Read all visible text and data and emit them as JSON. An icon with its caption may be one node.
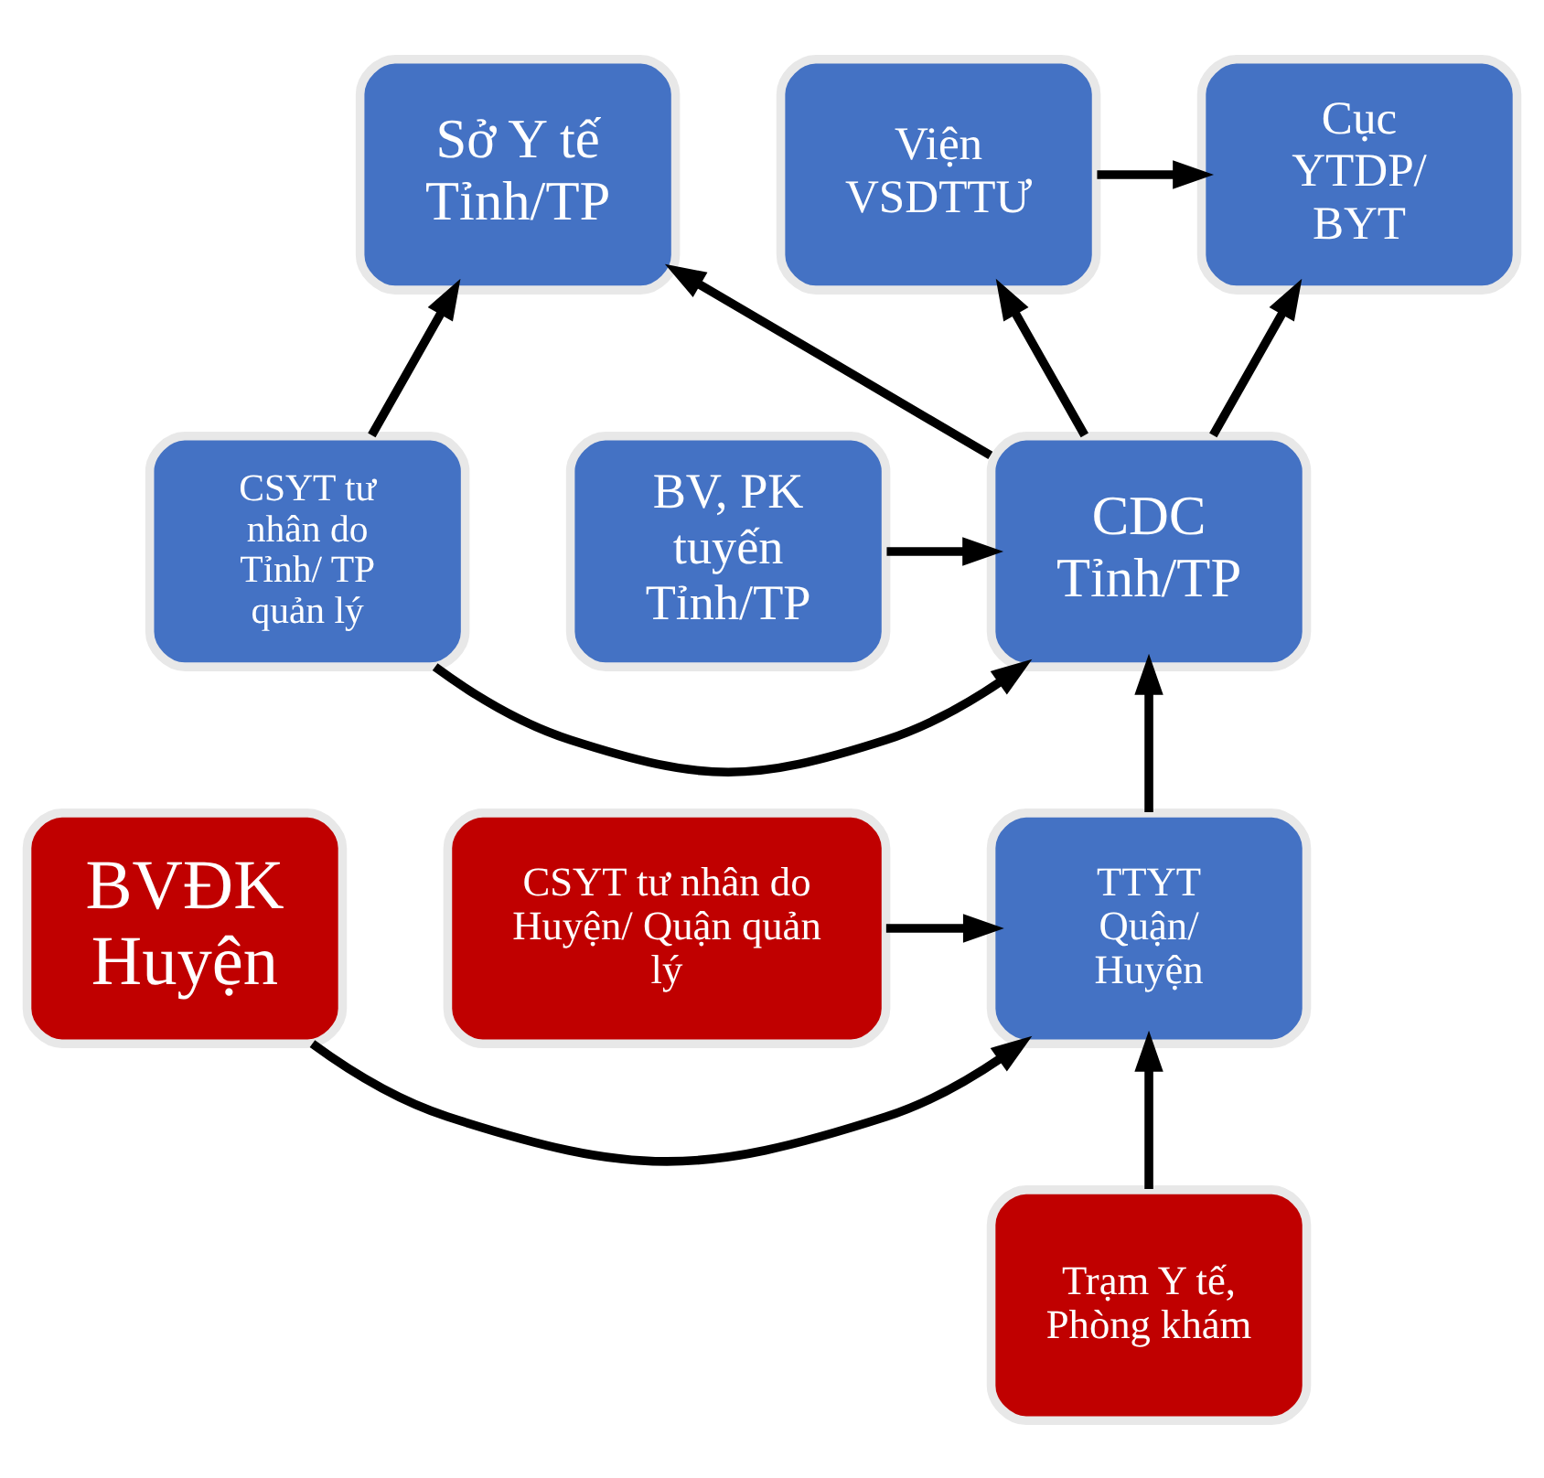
{
  "diagram": {
    "nodes": [
      {
        "text": [
          "Cục YTDP/ BYT"
        ]
      },
      {
        "text": [
          "Viện VSDTTƯ"
        ]
      },
      {
        "text": [
          "Sở Y tế Tỉnh/TP"
        ]
      },
      {
        "text": [
          "CDC Tỉnh/TP"
        ]
      },
      {
        "text": [
          "BV, PK tuyến Tỉnh/TP"
        ]
      },
      {
        "text": [
          "CSYT tư nhân do Tỉnh/ TP quản lý"
        ]
      },
      {
        "text": [
          "TTYT Quận/ Huyện"
        ]
      },
      {
        "text": [
          "BVĐK Huyện"
        ]
      },
      {
        "text": [
          "CSYT tư nhân do Huyện/ Quận quản lý"
        ]
      },
      {
        "text": [
          "Trạm Y tế, Phòng khám"
        ]
      }
    ],
    "edges": [
      {
        "from": 1,
        "to": 0,
        "arrow": "to"
      },
      {
        "from": 3,
        "to": 0,
        "arrow": "to"
      },
      {
        "from": 3,
        "to": 1,
        "arrow": "to"
      },
      {
        "from": 3,
        "to": 2,
        "arrow": "to"
      },
      {
        "from": 5,
        "to": 2,
        "arrow": "to"
      },
      {
        "from": 4,
        "to": 3,
        "arrow": "to"
      },
      {
        "from": 5,
        "to": 3,
        "arrow": "to"
      },
      {
        "from": 6,
        "to": 3,
        "arrow": "to"
      },
      {
        "from": 7,
        "to": 6,
        "arrow": "to"
      },
      {
        "from": 8,
        "to": 6,
        "arrow": "to"
      },
      {
        "from": 9,
        "to": 6,
        "arrow": "to"
      }
    ]
  }
}
